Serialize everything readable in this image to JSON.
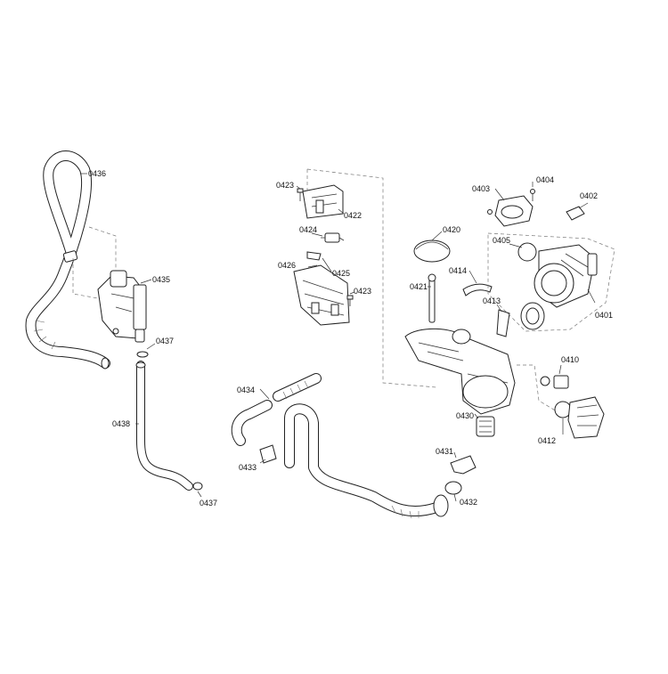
{
  "callouts": [
    {
      "id": "p0436",
      "text": "0436"
    },
    {
      "id": "p0435",
      "text": "0435"
    },
    {
      "id": "p0437a",
      "text": "0437"
    },
    {
      "id": "p0438",
      "text": "0438"
    },
    {
      "id": "p0437b",
      "text": "0437"
    },
    {
      "id": "p0423a",
      "text": "0423"
    },
    {
      "id": "p0422",
      "text": "0422"
    },
    {
      "id": "p0424",
      "text": "0424"
    },
    {
      "id": "p0426",
      "text": "0426"
    },
    {
      "id": "p0425",
      "text": "0425"
    },
    {
      "id": "p0423b",
      "text": "0423"
    },
    {
      "id": "p0420",
      "text": "0420"
    },
    {
      "id": "p0414",
      "text": "0414"
    },
    {
      "id": "p0421",
      "text": "0421"
    },
    {
      "id": "p0413",
      "text": "0413"
    },
    {
      "id": "p0403",
      "text": "0403"
    },
    {
      "id": "p0404",
      "text": "0404"
    },
    {
      "id": "p0402",
      "text": "0402"
    },
    {
      "id": "p0405",
      "text": "0405"
    },
    {
      "id": "p0401",
      "text": "0401"
    },
    {
      "id": "p0410",
      "text": "0410"
    },
    {
      "id": "p0430",
      "text": "0430"
    },
    {
      "id": "p0412",
      "text": "0412"
    },
    {
      "id": "p0434",
      "text": "0434"
    },
    {
      "id": "p0433",
      "text": "0433"
    },
    {
      "id": "p0431",
      "text": "0431"
    },
    {
      "id": "p0432",
      "text": "0432"
    }
  ]
}
